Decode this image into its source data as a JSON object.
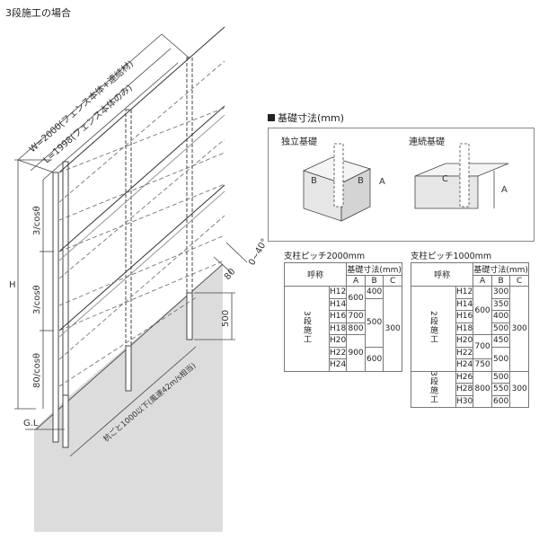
{
  "title": "3段施工の場合",
  "fence": {
    "w_label": "W=2000(フェンス本体+連結材)",
    "l_label": "L=1998(フェンス本体のみ)",
    "h_label": "H",
    "dim_top": "3/cosθ",
    "dim_mid": "3/cosθ",
    "dim_bottom": "80/cosθ",
    "gl_label": "G.L",
    "slope_80": "80",
    "angle_label": "0~40°",
    "depth_500": "500",
    "post_pitch": "杭ごと1000以下(風速42m/s相当)"
  },
  "foundation": {
    "heading": "基礎寸法(mm)",
    "independent_label": "独立基礎",
    "continuous_label": "連続基礎",
    "b_left": "B",
    "b_right": "B",
    "a_left": "A",
    "c_right": "C",
    "a_right": "A"
  },
  "table2000": {
    "caption": "支柱ピッチ2000mm",
    "head_name": "呼称",
    "head_group": "基礎寸法(mm)",
    "head_a": "A",
    "head_b": "B",
    "head_c": "C",
    "group_label": "3段施工",
    "names": [
      "H12",
      "H14",
      "H16",
      "H18",
      "H20",
      "H22",
      "H24"
    ],
    "a_values": [
      "600",
      "700",
      "800",
      "900"
    ],
    "b_values": [
      "400",
      "500",
      "600"
    ],
    "c_value": "300"
  },
  "table1000": {
    "caption": "支柱ピッチ1000mm",
    "head_name": "呼称",
    "head_group": "基礎寸法(mm)",
    "head_a": "A",
    "head_b": "B",
    "head_c": "C",
    "group2_label": "2段施工",
    "group3_label": "3段施工",
    "names": [
      "H12",
      "H14",
      "H16",
      "H18",
      "H20",
      "H22",
      "H24",
      "H26",
      "H28",
      "H30"
    ],
    "a_values": [
      "600",
      "700",
      "750",
      "800"
    ],
    "b_values": [
      "300",
      "350",
      "400",
      "500",
      "450",
      "500",
      "500",
      "550",
      "600"
    ],
    "c_values": [
      "300",
      "300"
    ]
  }
}
